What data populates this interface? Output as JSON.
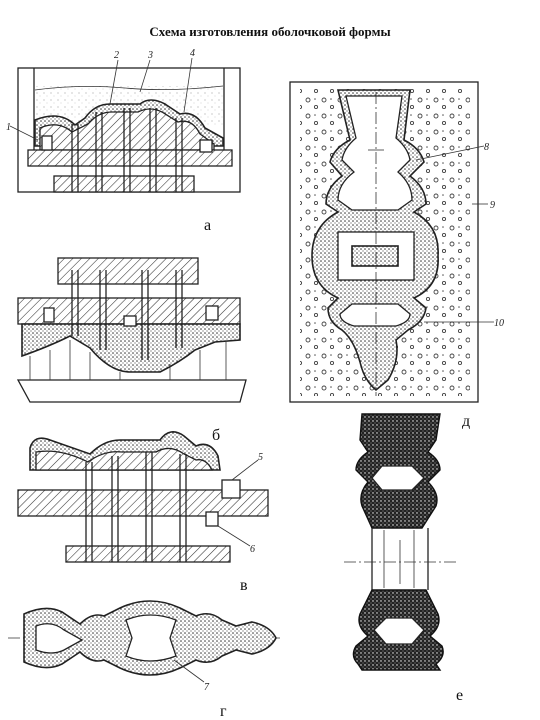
{
  "title": "Схема изготовления оболочковой формы",
  "panels": {
    "a": {
      "label": "а",
      "callouts": [
        "1",
        "2",
        "3",
        "4"
      ]
    },
    "b": {
      "label": "б"
    },
    "v": {
      "label": "в",
      "callouts": [
        "5",
        "6"
      ]
    },
    "g": {
      "label": "г",
      "callouts": [
        "7"
      ]
    },
    "d": {
      "label": "д",
      "callouts": [
        "8",
        "9",
        "10"
      ]
    },
    "e": {
      "label": "е"
    }
  }
}
